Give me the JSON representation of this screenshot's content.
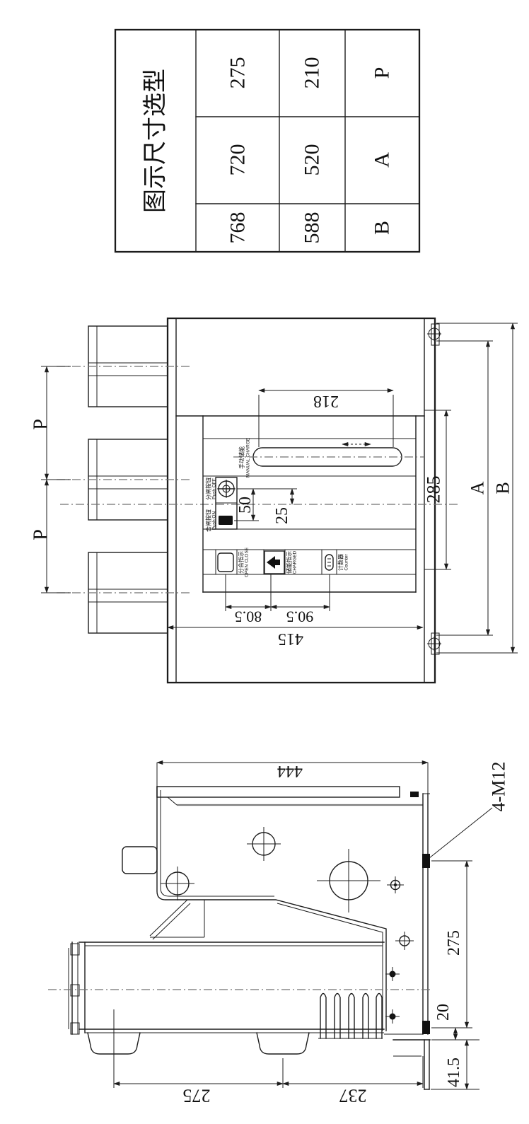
{
  "selection_table": {
    "header": "图示尺寸选型",
    "rows": [
      {
        "param": "P",
        "small": "210",
        "large": "275"
      },
      {
        "param": "A",
        "small": "520",
        "large": "720"
      },
      {
        "param": "B",
        "small": "588",
        "large": "768"
      }
    ]
  },
  "front_view": {
    "dims": {
      "pole_pitch_1": "P",
      "pole_pitch_2": "P",
      "slot_centers": "218",
      "button_spacing": "50",
      "button_to_center": "25",
      "panel_span": "285",
      "frame_a": "A",
      "frame_b": "B",
      "gap_1": "80.5",
      "gap_2": "90.5",
      "body_span": "415"
    },
    "panel_labels": {
      "slot_cn": "手动储能",
      "slot_en": "MANUAL CHARGE",
      "off_cn": "分闸按钮",
      "off_en": "Push OFF",
      "on_cn": "合闸按钮",
      "on_en": "Push ON",
      "ind_cn": "分合指示",
      "ind_en": "OPEN CLOSE",
      "charge_cn": "储能指示",
      "charge_en": "CHARGED",
      "counter_cn": "计数器",
      "counter_en": "Counter"
    }
  },
  "side_view": {
    "dims": {
      "height": "444",
      "mounting_holes": "4-M12",
      "hole_spacing": "275",
      "hole_edge": "20",
      "base_offset": "41.5",
      "foot_spacing": "275",
      "foot_to_plate": "237"
    }
  }
}
